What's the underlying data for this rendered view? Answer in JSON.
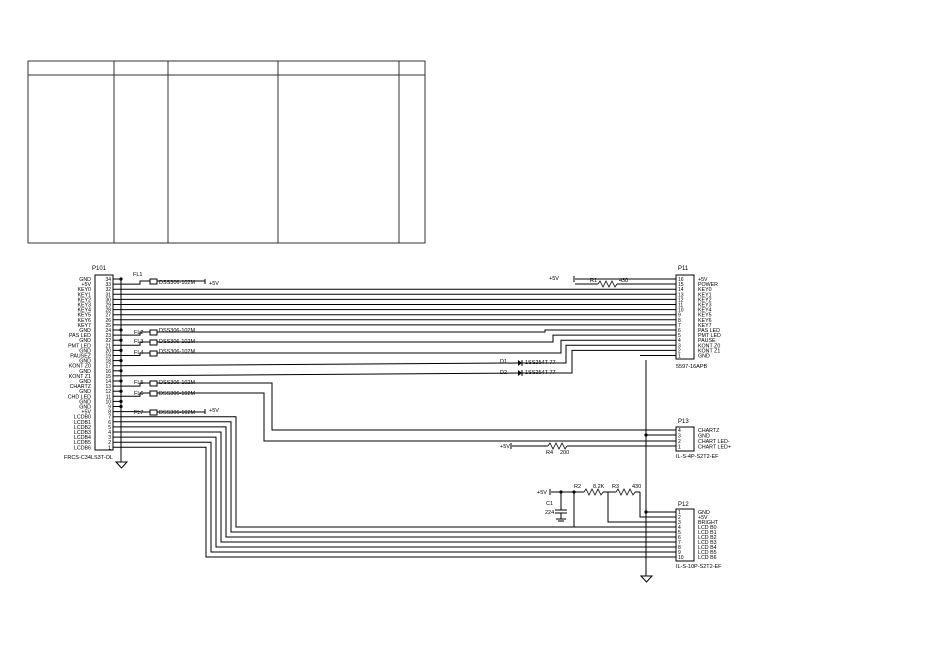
{
  "p101": {
    "ref": "P101",
    "part": "FRCS-C34LS3T-OL",
    "pins": [
      {
        "n": "34",
        "name": "GND"
      },
      {
        "n": "33",
        "name": "+5V"
      },
      {
        "n": "32",
        "name": "KEY0"
      },
      {
        "n": "31",
        "name": "KEY1"
      },
      {
        "n": "30",
        "name": "KEY2"
      },
      {
        "n": "29",
        "name": "KEY3"
      },
      {
        "n": "28",
        "name": "KEY4"
      },
      {
        "n": "27",
        "name": "KEY5"
      },
      {
        "n": "26",
        "name": "KEY6"
      },
      {
        "n": "25",
        "name": "KEY7"
      },
      {
        "n": "24",
        "name": "GND"
      },
      {
        "n": "23",
        "name": "PAS  LED"
      },
      {
        "n": "22",
        "name": "GND"
      },
      {
        "n": "21",
        "name": "PMT  LED"
      },
      {
        "n": "20",
        "name": "GND"
      },
      {
        "n": "19",
        "name": "PAUSEZ"
      },
      {
        "n": "18",
        "name": "GND"
      },
      {
        "n": "17",
        "name": "KONT  Z0"
      },
      {
        "n": "16",
        "name": "GND"
      },
      {
        "n": "15",
        "name": "KONT  Z1"
      },
      {
        "n": "14",
        "name": "GND"
      },
      {
        "n": "13",
        "name": "CHARTZ"
      },
      {
        "n": "12",
        "name": "GND"
      },
      {
        "n": "11",
        "name": "CHD  LED"
      },
      {
        "n": "10",
        "name": "GND"
      },
      {
        "n": "9",
        "name": "GND"
      },
      {
        "n": "8",
        "name": "+5V"
      },
      {
        "n": "7",
        "name": "LCDB0"
      },
      {
        "n": "6",
        "name": "LCDB1"
      },
      {
        "n": "5",
        "name": "LCDB2"
      },
      {
        "n": "4",
        "name": "LCDB3"
      },
      {
        "n": "3",
        "name": "LCDB4"
      },
      {
        "n": "2",
        "name": "LCDB5"
      },
      {
        "n": "1",
        "name": "LCDB6"
      }
    ]
  },
  "p11": {
    "ref": "P11",
    "part": "5597-16APB",
    "pins": [
      {
        "n": "16",
        "name": "+5V"
      },
      {
        "n": "15",
        "name": "POWER"
      },
      {
        "n": "14",
        "name": "KEY0"
      },
      {
        "n": "13",
        "name": "KEY1"
      },
      {
        "n": "12",
        "name": "KEY2"
      },
      {
        "n": "11",
        "name": "KEY3"
      },
      {
        "n": "10",
        "name": "KEY4"
      },
      {
        "n": "9",
        "name": "KEY5"
      },
      {
        "n": "8",
        "name": "KEY6"
      },
      {
        "n": "7",
        "name": "KEY7"
      },
      {
        "n": "6",
        "name": "PAS  LED"
      },
      {
        "n": "5",
        "name": "PMT  LED"
      },
      {
        "n": "4",
        "name": "PAUSE"
      },
      {
        "n": "3",
        "name": "KONT  Z0"
      },
      {
        "n": "2",
        "name": "KONT  Z1"
      },
      {
        "n": "1",
        "name": "GND"
      }
    ]
  },
  "p13": {
    "ref": "P13",
    "part": "IL-S-4P-S2T2-EF",
    "pins": [
      {
        "n": "4",
        "name": "CHARTZ"
      },
      {
        "n": "3",
        "name": "GND"
      },
      {
        "n": "2",
        "name": "CHART  LED-"
      },
      {
        "n": "1",
        "name": "CHART  LED+"
      }
    ]
  },
  "p12": {
    "ref": "P12",
    "part": "IL-S-10P-S2T2-EF",
    "pins": [
      {
        "n": "1",
        "name": "GND"
      },
      {
        "n": "2",
        "name": "+5V"
      },
      {
        "n": "3",
        "name": "BRIGHT"
      },
      {
        "n": "4",
        "name": "LCD  B0"
      },
      {
        "n": "5",
        "name": "LCD  B1"
      },
      {
        "n": "6",
        "name": "LCD  B2"
      },
      {
        "n": "7",
        "name": "LCD  B3"
      },
      {
        "n": "8",
        "name": "LCD  B4"
      },
      {
        "n": "9",
        "name": "LCD  B5"
      },
      {
        "n": "10",
        "name": "LCD  B6"
      }
    ]
  },
  "filters": [
    {
      "ref": "FL1",
      "part": "DSS306-102M"
    },
    {
      "ref": "FL2",
      "part": "DSS306-102M"
    },
    {
      "ref": "FL3",
      "part": "DSS306-102M"
    },
    {
      "ref": "FL4",
      "part": "DSS306-102M"
    },
    {
      "ref": "FL5",
      "part": "DSS306-102M"
    },
    {
      "ref": "FL6",
      "part": "DSS306-102M"
    },
    {
      "ref": "FL7",
      "part": "DSS306-102M"
    }
  ],
  "diodes": [
    {
      "ref": "D1",
      "part": "1SS254T-77"
    },
    {
      "ref": "D2",
      "part": "1SS254T-77"
    }
  ],
  "resistors": [
    {
      "ref": "R1",
      "value": "430"
    },
    {
      "ref": "R4",
      "value": "200"
    },
    {
      "ref": "R2",
      "value": "8.2K"
    },
    {
      "ref": "R3",
      "value": "430"
    }
  ],
  "capacitor": {
    "ref": "C1",
    "value": "224"
  },
  "power_label": "+5V",
  "table": {
    "columns": 5,
    "rows": 2
  }
}
